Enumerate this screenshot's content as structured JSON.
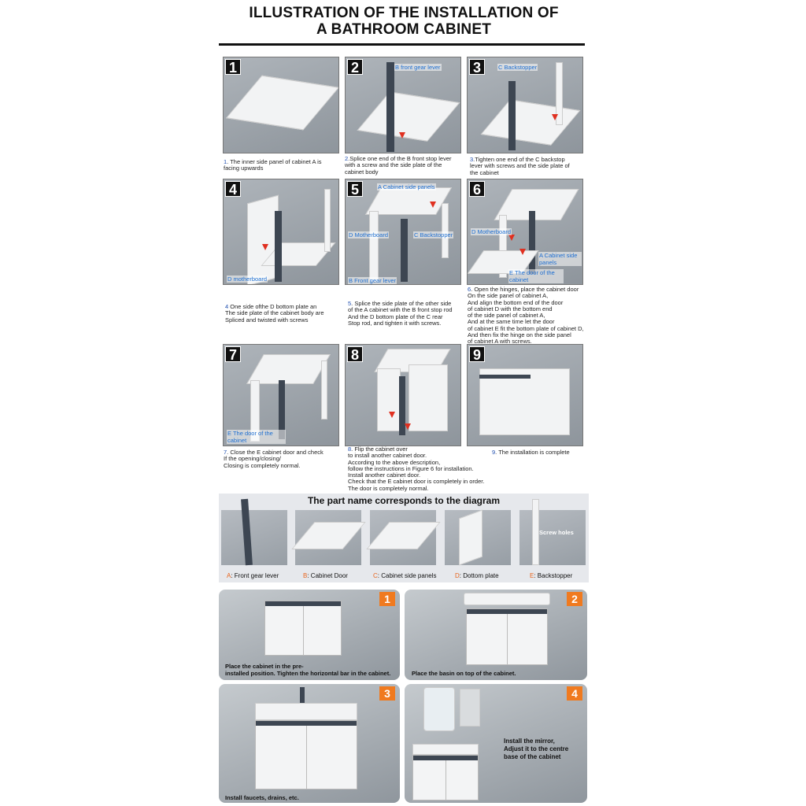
{
  "title": {
    "line1": "ILLUSTRATION OF THE INSTALLATION OF",
    "line2": "A  BATHROOM CABINET"
  },
  "steps": [
    {
      "num": "1",
      "callouts": [],
      "caption": "The inner side panel of cabinet A is\nfacing upwards"
    },
    {
      "num": "2",
      "callouts": [
        "B front gear lever"
      ],
      "caption": "Splice one end of the B front stop lever\nwith a screw and the side plate of the\ncabinet body"
    },
    {
      "num": "3",
      "callouts": [
        "C Backstopper"
      ],
      "caption": "Tighten one end of the C backstop\nlever with screws and the side plate of\nthe cabinet"
    },
    {
      "num": "4",
      "callouts": [
        "D motherboard"
      ],
      "caption": "One side ofthe D bottom plate an\nThe side plate of the cabinet body are\nSpliced and twisted with screws"
    },
    {
      "num": "5",
      "callouts": [
        "A Cabinet side panels",
        "D Motherboard",
        "C Backstopper",
        "B Front gear lever"
      ],
      "caption": "Splice the side plate of the other side\n of the A cabinet with the B front stop rod\nAnd the D bottom plate of the C rear\nStop rod, and tighten it with screws."
    },
    {
      "num": "6",
      "callouts": [
        "D Motherboard",
        "A Cabinet side panels",
        "E The door of the cabinet"
      ],
      "caption": "Open the hinges, place the cabinet door\nOn the side panel of cabinet A,\nAnd align the bottom end of the door\nof cabinet D with the bottom end\nof the side panel of cabinet A,\nAnd at the same time let the door\nof cabinet E fit the bottom plate of cabinet D,\nAnd then fix the hinge on the side panel\nof cabinet A with screws."
    },
    {
      "num": "7",
      "callouts": [
        "E The door of the cabinet"
      ],
      "caption": "Close the E cabinet door and check\nIf the opening/closing/\nClosing is completely normal."
    },
    {
      "num": "8",
      "callouts": [],
      "caption": "Flip the cabinet over\nto install another cabinet door.\nAccording to the above description,\nfollow the instructions in Figure 6 for installation.\nInstall another cabinet door.\nCheck that the E cabinet door is completely in order.\nThe door is completely normal."
    },
    {
      "num": "9",
      "callouts": [],
      "caption": "The installation is complete"
    }
  ],
  "parts": {
    "title": "The part name corresponds to the diagram",
    "screw_holes": "Screw holes",
    "items": [
      {
        "letter": "A",
        "name": ": Front gear lever"
      },
      {
        "letter": "B",
        "name": ": Cabinet Door"
      },
      {
        "letter": "C",
        "name": ": Cabinet side panels"
      },
      {
        "letter": "D",
        "name": ": Dottom plate"
      },
      {
        "letter": "E",
        "name": ": Backstopper"
      }
    ]
  },
  "install": [
    {
      "num": "1",
      "text": "Place the cabinet in the pre-\ninstalled position. Tighten the horizontal bar in the cabinet."
    },
    {
      "num": "2",
      "text": "Place the basin on top of the cabinet."
    },
    {
      "num": "3",
      "text": "Install faucets, drains, etc."
    },
    {
      "num": "4",
      "text": "Install the mirror,\nAdjust it to the centre\nbase of the cabinet"
    }
  ],
  "colors": {
    "accent": "#f07a1f",
    "callout": "#1f6fd1",
    "bar": "#3d4652"
  }
}
